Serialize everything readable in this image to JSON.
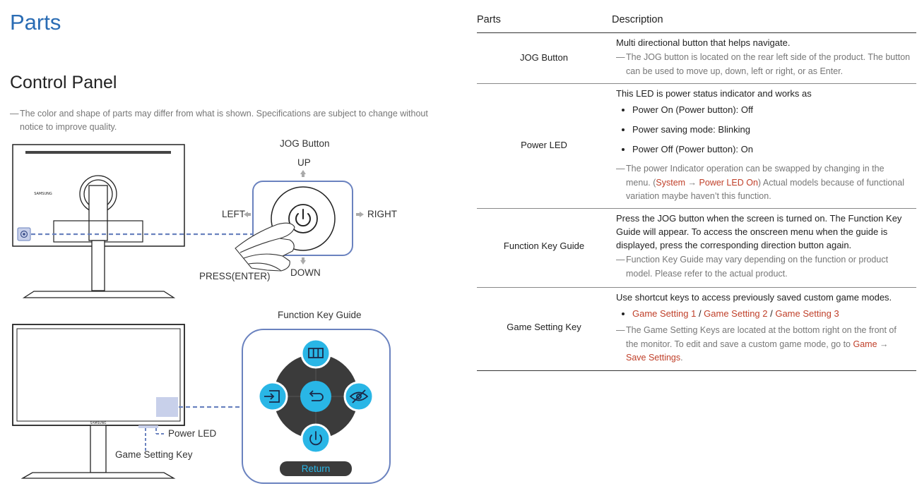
{
  "page_title": "Parts",
  "section_title": "Control Panel",
  "note": {
    "dash": "―",
    "text": "The color and shape of parts may differ from what is shown. Specifications are subject to change without notice to improve quality."
  },
  "diagram_top": {
    "title": "JOG Button",
    "up": "UP",
    "down": "DOWN",
    "left": "LEFT",
    "right": "RIGHT",
    "press": "PRESS(ENTER)",
    "brand": "SAMSUNG"
  },
  "diagram_bottom": {
    "title": "Function Key Guide",
    "power_led": "Power LED",
    "game_setting_key": "Game Setting Key",
    "return": "Return",
    "brand": "SAMSUNG"
  },
  "table": {
    "headers": {
      "parts": "Parts",
      "description": "Description"
    },
    "rows": [
      {
        "name": "JOG Button",
        "desc": "Multi directional button that helps navigate.",
        "note": "The JOG button is located on the rear left side of the product. The button can be used to move up, down, left or right, or as Enter."
      },
      {
        "name": "Power LED",
        "desc": "This LED is power status indicator and works as",
        "bullets": [
          "Power On (Power button): Off",
          "Power saving mode: Blinking",
          "Power Off (Power button): On"
        ],
        "note_a": "The power Indicator operation can be swapped by changing in the menu. (",
        "note_hl1": "System",
        "note_arrow": " → ",
        "note_hl2": "Power LED On",
        "note_b": ") Actual models because of functional variation maybe haven’t this function."
      },
      {
        "name": "Function Key Guide",
        "desc": "Press the JOG button when the screen is turned on. The Function Key Guide will appear. To access the onscreen menu when the guide is displayed, press the corresponding direction button again.",
        "note": "Function Key Guide may vary depending on the function or product model. Please refer to the actual product."
      },
      {
        "name": "Game Setting Key",
        "desc": "Use shortcut keys to access previously saved custom game modes.",
        "bullet_hl1": "Game Setting 1",
        "bullet_sep": " / ",
        "bullet_hl2": "Game Setting 2",
        "bullet_hl3": "Game Setting 3",
        "note_a": "The Game Setting Keys are located at the bottom right on the front of the monitor. To edit and save a custom game mode, go to ",
        "note_hl1": "Game",
        "note_arrow": " → ",
        "note_hl2": "Save Settings",
        "note_b": "."
      }
    ]
  },
  "colors": {
    "title_blue": "#2a6cb4",
    "highlight_red": "#c0402a",
    "diagram_blue": "#6a82bf",
    "key_cyan": "#29b6e6"
  }
}
